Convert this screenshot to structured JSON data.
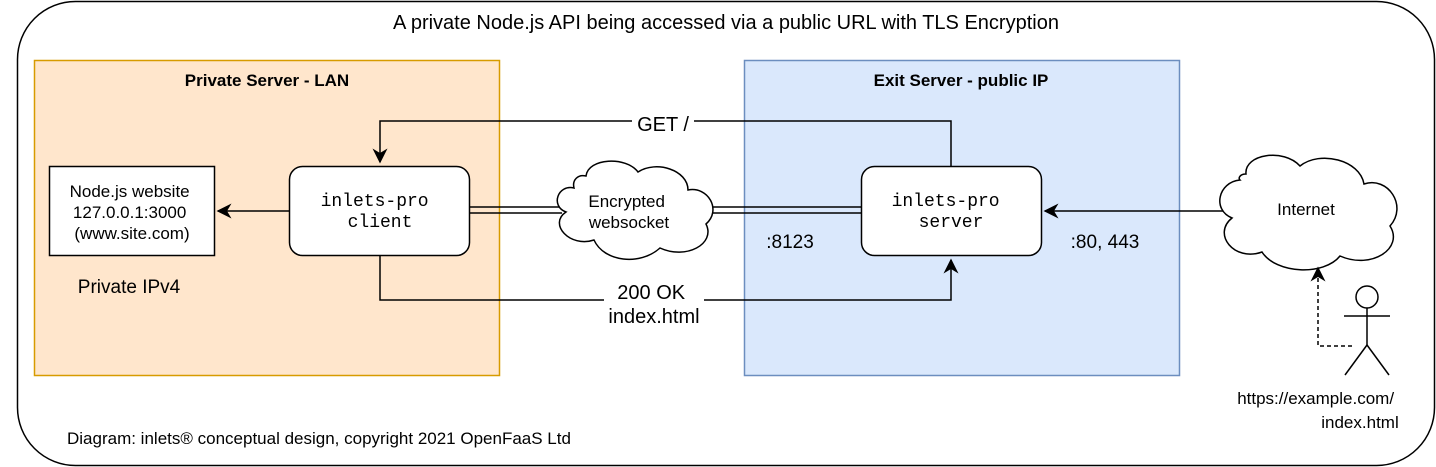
{
  "title": "A private Node.js API being accessed via a public URL with TLS Encryption",
  "private_zone": {
    "label": "Private Server - LAN",
    "fill": "#ffe6cc",
    "stroke": "#d79b00"
  },
  "exit_zone": {
    "label": "Exit Server - public IP",
    "fill": "#dae8fc",
    "stroke": "#6c8ebf"
  },
  "nodejs_box": {
    "lines": [
      "Node.js website",
      "127.0.0.1:3000",
      "(www.site.com)"
    ]
  },
  "private_ip_label": "Private IPv4",
  "client_box": {
    "lines": [
      "inlets-pro",
      "client"
    ]
  },
  "server_box": {
    "lines": [
      "inlets-pro",
      "server"
    ]
  },
  "tunnel_cloud": {
    "lines": [
      "Encrypted",
      "websocket"
    ]
  },
  "internet_cloud": {
    "label": "Internet"
  },
  "get_request_label": "GET /",
  "response_label": {
    "lines": [
      "200 OK",
      "index.html"
    ]
  },
  "tunnel_port_label": ":8123",
  "public_ports_label": ":80, 443",
  "user": {
    "icon": "person-icon",
    "url_lines": [
      "https://example.com/",
      "index.html"
    ]
  },
  "footer": "Diagram: inlets® conceptual design, copyright 2021 OpenFaaS Ltd"
}
